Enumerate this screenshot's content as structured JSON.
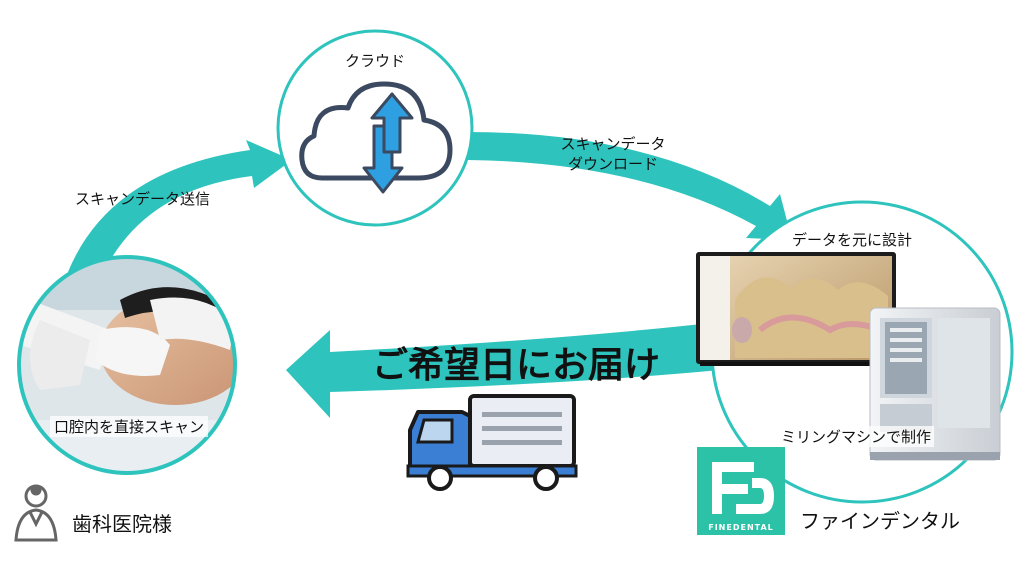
{
  "colors": {
    "teal": "#2ec4bd",
    "cloud_stroke": "#3b4a60",
    "arrow_blue": "#2e9fe0",
    "truck_blue": "#3a7fd4",
    "brand_green": "#2cc2a8"
  },
  "icons": [
    "cloud-icon",
    "upload-download-arrow-icon",
    "truck-icon",
    "dentist-icon",
    "finedental-logo"
  ],
  "cloud": {
    "label": "クラウド"
  },
  "flows": {
    "upload_label": "スキャンデータ送信",
    "download_label_line1": "スキャンデータ",
    "download_label_line2": "ダウンロード",
    "delivery_label": "ご希望日にお届け"
  },
  "clinic": {
    "scan_label": "口腔内を直接スキャン",
    "name": "歯科医院様"
  },
  "lab": {
    "design_label": "データを元に設計",
    "milling_label": "ミリングマシンで制作",
    "name": "ファインデンタル",
    "logo_text": "FINEDENTAL"
  }
}
